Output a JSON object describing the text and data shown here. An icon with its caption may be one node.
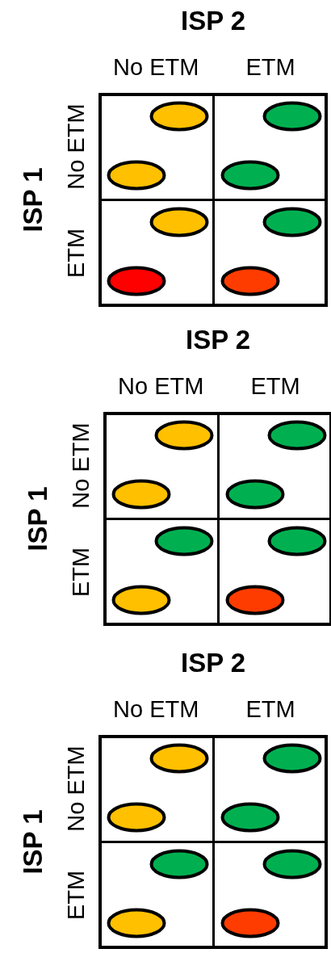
{
  "diagram": {
    "nodes": [
      {
        "text": [],
        "shape": "box"
      },
      {
        "text": [],
        "shape": "ellipse",
        "in": 0
      },
      {
        "text": [],
        "shape": "ellipse",
        "in": 0
      },
      {
        "text": [],
        "shape": "box"
      },
      {
        "text": [],
        "shape": "ellipse",
        "in": 3
      },
      {
        "text": [],
        "shape": "ellipse",
        "in": 3
      },
      {
        "text": [],
        "shape": "box"
      },
      {
        "text": [],
        "shape": "ellipse",
        "in": 6
      },
      {
        "text": [],
        "shape": "ellipse",
        "in": 6
      },
      {
        "text": [],
        "shape": "box"
      },
      {
        "text": [],
        "shape": "ellipse",
        "in": 9
      },
      {
        "text": [],
        "shape": "ellipse",
        "in": 9
      },
      {
        "text": [],
        "shape": "box"
      },
      {
        "text": [],
        "shape": "ellipse",
        "in": 12
      },
      {
        "text": [],
        "shape": "ellipse",
        "in": 12
      },
      {
        "text": [],
        "shape": "box"
      },
      {
        "text": [],
        "shape": "ellipse",
        "in": 15
      },
      {
        "text": [],
        "shape": "ellipse",
        "in": 15
      },
      {
        "text": [],
        "shape": "box"
      },
      {
        "text": [],
        "shape": "ellipse",
        "in": 18
      },
      {
        "text": [],
        "shape": "ellipse",
        "in": 18
      },
      {
        "text": [],
        "shape": "box"
      },
      {
        "text": [],
        "shape": "ellipse",
        "in": 21
      },
      {
        "text": [],
        "shape": "ellipse",
        "in": 21
      },
      {
        "text": [],
        "shape": "box"
      },
      {
        "text": [],
        "shape": "ellipse",
        "in": 24
      },
      {
        "text": [],
        "shape": "ellipse",
        "in": 24
      },
      {
        "text": [],
        "shape": "box"
      },
      {
        "text": [],
        "shape": "ellipse",
        "in": 27
      },
      {
        "text": [],
        "shape": "ellipse",
        "in": 27
      },
      {
        "text": [],
        "shape": "box"
      },
      {
        "text": [],
        "shape": "ellipse",
        "in": 30
      },
      {
        "text": [],
        "shape": "ellipse",
        "in": 30
      },
      {
        "text": [],
        "shape": "box"
      },
      {
        "text": [],
        "shape": "ellipse",
        "in": 33
      },
      {
        "text": [],
        "shape": "ellipse",
        "in": 33
      }
    ],
    "labels": [
      "ISP 2",
      "No ETM",
      "ETM",
      "ISP 1",
      "No ETM",
      "ETM",
      "ISP 2",
      "No ETM",
      "ETM",
      "ISP 1",
      "No ETM",
      "ETM",
      "ISP 2",
      "No ETM",
      "ETM",
      "ISP 1",
      "No ETM",
      "ETM"
    ]
  }
}
